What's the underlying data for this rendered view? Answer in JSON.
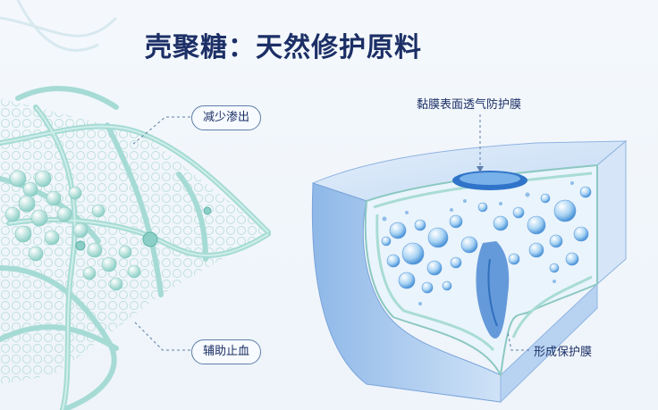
{
  "title": "壳聚糖：天然修护原料",
  "left_callouts": {
    "top": "减少渗出",
    "bottom": "辅助止血"
  },
  "right_callouts": {
    "top": "黏膜表面透气防护膜",
    "bottom": "形成保护膜"
  },
  "colors": {
    "title": "#1c2f66",
    "fiber": "#9fd9d4",
    "membrane_blue": "#a9cbee",
    "deep_blue": "#3f86d8"
  }
}
